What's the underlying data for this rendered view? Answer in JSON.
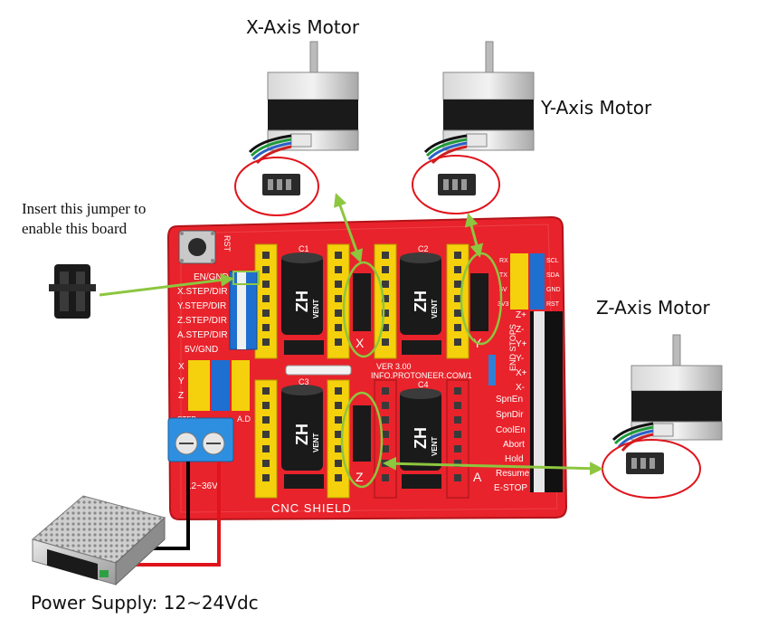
{
  "labels": {
    "x_motor": "X-Axis Motor",
    "y_motor": "Y-Axis Motor",
    "z_motor": "Z-Axis Motor",
    "jumper_note": "Insert this jumper to enable this board",
    "power_supply": "Power Supply: 12~24Vdc"
  },
  "board": {
    "name": "CNC SHIELD",
    "version": "VER 3.00",
    "website": "INFO.PROTONEER.COM/1",
    "button_label": "RST",
    "capacitor_marks": [
      "ZH",
      "ZH",
      "ZH",
      "ZH"
    ],
    "capacitor_subtext": "VENT",
    "capacitor_ids": [
      "C1",
      "C2",
      "C3",
      "C4"
    ],
    "axis_letters": [
      "X",
      "Y",
      "Z",
      "A"
    ],
    "left_pins": [
      "EN/GND",
      "X.STEP/DIR",
      "Y.STEP/DIR",
      "Z.STEP/DIR",
      "A.STEP/DIR",
      "5V/GND"
    ],
    "left_small_labels": [
      "X",
      "Y",
      "Z",
      "STEP"
    ],
    "ad_label": "A.D",
    "right_top_pins": [
      "RX",
      "TX",
      "SCL",
      "SDA",
      "GND",
      "RST",
      "5V",
      "3V3"
    ],
    "end_stops_label": "END STOPS",
    "end_stops": [
      "Z+",
      "Z-",
      "Y+",
      "Y-",
      "X+",
      "X-"
    ],
    "right_bottom_labels": [
      "SpnEn",
      "SpnDir",
      "CoolEn",
      "Abort",
      "Hold",
      "Resume",
      "E-STOP"
    ],
    "voltage_label": "12~36V"
  },
  "colors": {
    "board_red": "#e8232b",
    "header_yellow": "#f4d10c",
    "header_blue": "#1e6fd0",
    "arrow_green": "#8dc63f",
    "circle_red": "#e0141c",
    "wire_black": "#000000",
    "wire_red": "#e0141c",
    "terminal_blue": "#2e8fe0"
  }
}
